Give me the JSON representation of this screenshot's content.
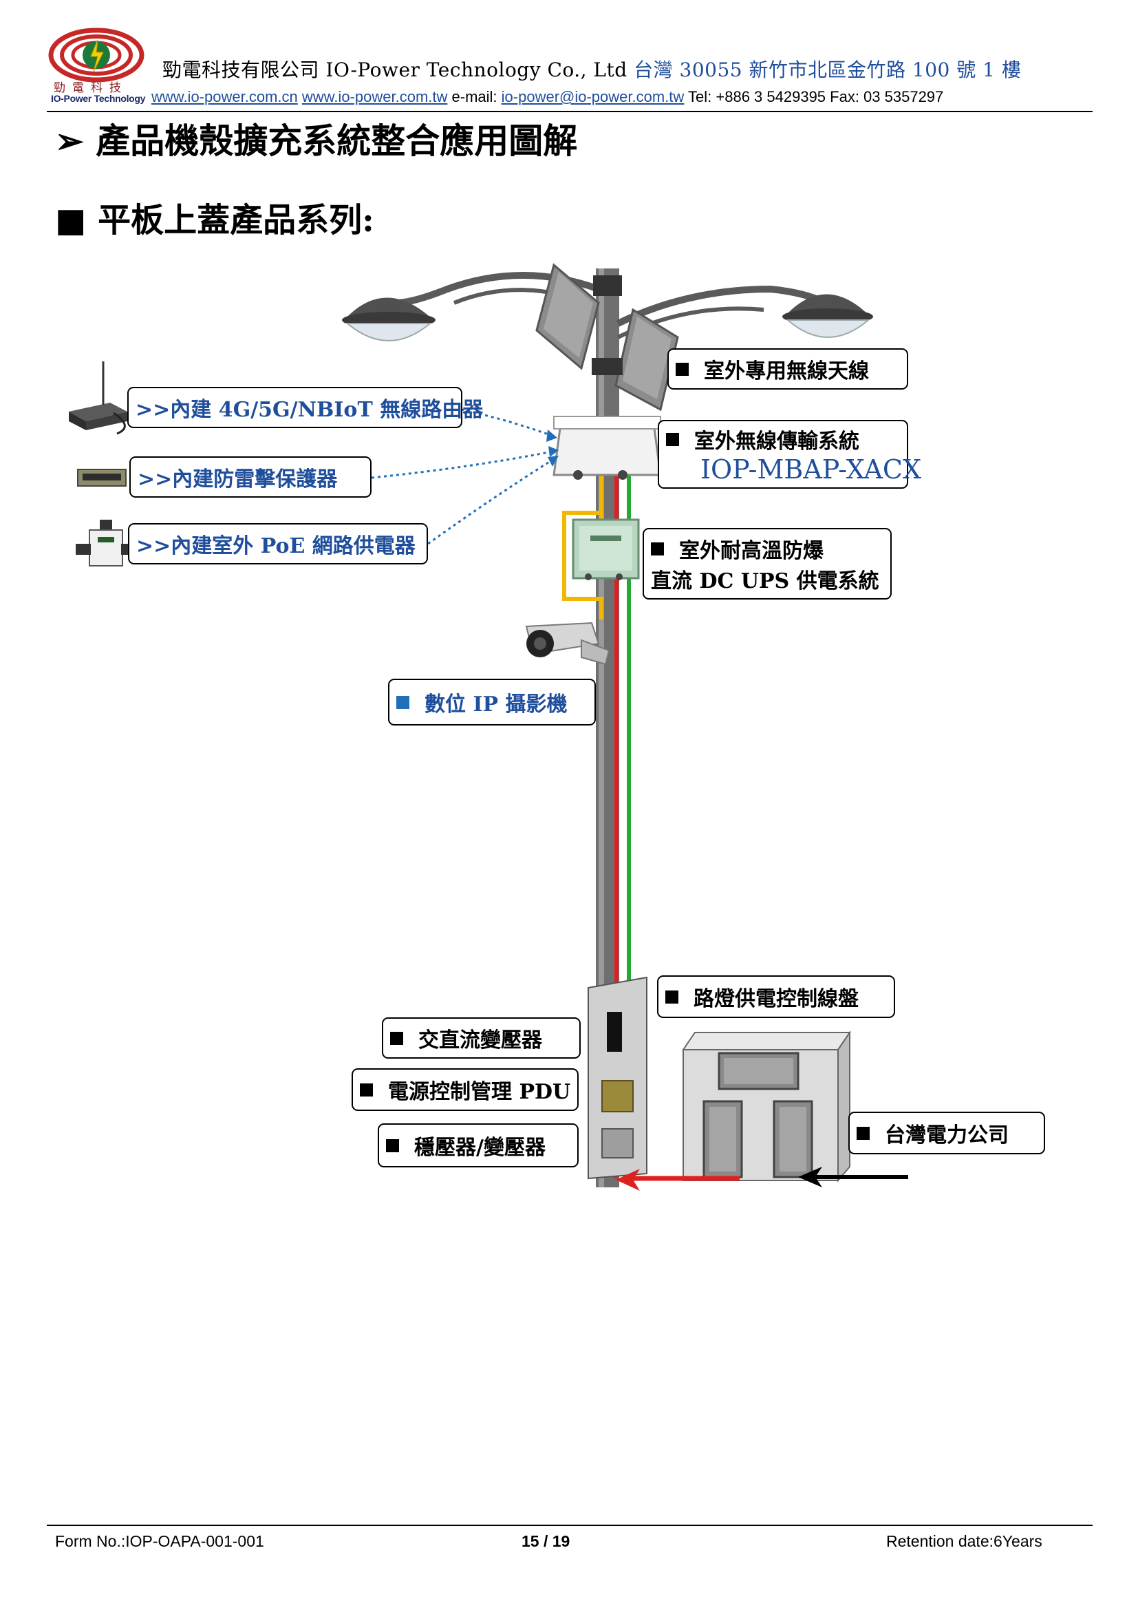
{
  "header": {
    "logo_cn": "勁電科技",
    "logo_en": "IO-Power Technology",
    "company_cn": "勁電科技有限公司",
    "company_en": "IO-Power Technology Co., Ltd",
    "address": "台灣 30055 新竹市北區金竹路 100 號 1 樓",
    "website_cn": "www.io-power.com.cn",
    "website_tw": "www.io-power.com.tw",
    "email_label": "e-mail:",
    "email": "io-power@io-power.com.tw",
    "tel_fax": "Tel: +886 3 5429395 Fax: 03 5357297"
  },
  "section_title": "➢ 產品機殼擴充系統整合應用圖解",
  "subsection_title": "■ 平板上蓋產品系列:",
  "callouts": {
    "antenna": "室外專用無線天線",
    "wireless_system": "室外無線傳輸系統",
    "model": "IOP-MBAP-XACX",
    "ups_line1": "室外耐高溫防爆",
    "ups_line2": "直流 DC UPS 供電系統",
    "router": ">>內建 4G/5G/NBIoT 無線路由器",
    "lightning": ">>內建防雷擊保護器",
    "poe": ">>內建室外 PoE 網路供電器",
    "camera": "數位 IP 攝影機",
    "control_panel": "路燈供電控制線盤",
    "transformer": "交直流變壓器",
    "pdu": "電源控制管理 PDU",
    "regulator": "穩壓器/變壓器",
    "power_company": "台灣電力公司"
  },
  "colors": {
    "blue_text": "#1f4e9c",
    "blue_square": "#1f6fb8",
    "red_wire": "#e02020",
    "green_wire": "#22aa33",
    "yellow_wire": "#f2b705"
  },
  "footer": {
    "form_no": "Form No.:IOP-OAPA-001-001",
    "page": "15 / 19",
    "retention": "Retention date:6Years"
  }
}
